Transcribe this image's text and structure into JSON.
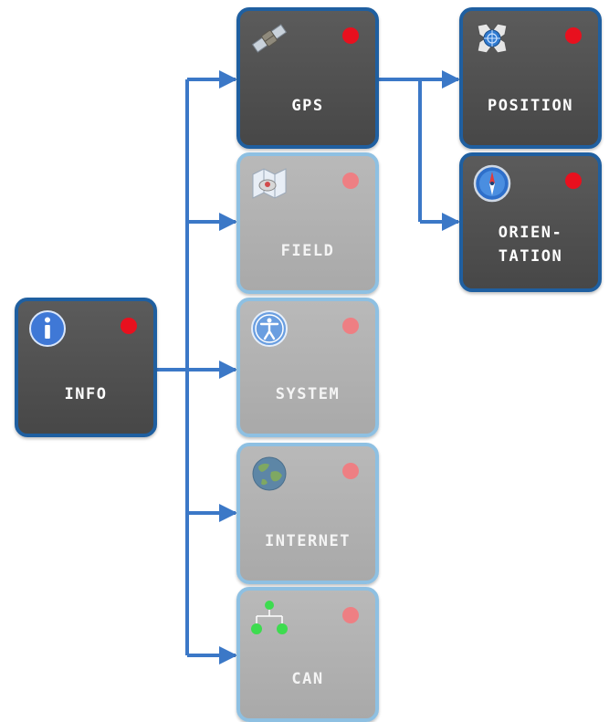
{
  "nodes": {
    "info": {
      "label": "INFO",
      "icon": "info-icon"
    },
    "gps": {
      "label": "GPS",
      "icon": "satellite-icon"
    },
    "field": {
      "label": "FIELD",
      "icon": "field-map-icon"
    },
    "system": {
      "label": "SYSTEM",
      "icon": "accessibility-icon"
    },
    "internet": {
      "label": "INTERNET",
      "icon": "globe-icon"
    },
    "can": {
      "label": "CAN",
      "icon": "network-icon"
    },
    "position": {
      "label": "POSITION",
      "icon": "crosshair-icon"
    },
    "orientation": {
      "label": "ORIEN-\nTATION",
      "icon": "compass-icon"
    }
  },
  "colors": {
    "connector": "#3b78c7",
    "active_border": "#1f5fa0",
    "inactive_border": "#8ec0e2",
    "status_active": "#e8101e",
    "status_inactive": "#ee7f83"
  }
}
